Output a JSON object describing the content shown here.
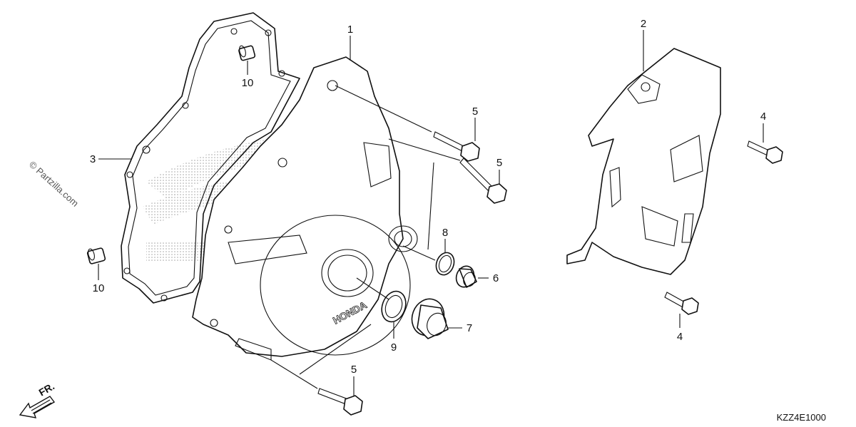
{
  "watermark": "© Partzilla.com",
  "diagram_code": "KZZ4E1000",
  "direction_label": "FR.",
  "cover_logo": "HONDA",
  "callouts": [
    {
      "id": "c1",
      "text": "1"
    },
    {
      "id": "c2",
      "text": "2"
    },
    {
      "id": "c3",
      "text": "3"
    },
    {
      "id": "c4a",
      "text": "4"
    },
    {
      "id": "c4b",
      "text": "4"
    },
    {
      "id": "c5a",
      "text": "5"
    },
    {
      "id": "c5b",
      "text": "5"
    },
    {
      "id": "c5c",
      "text": "5"
    },
    {
      "id": "c6",
      "text": "6"
    },
    {
      "id": "c7",
      "text": "7"
    },
    {
      "id": "c8",
      "text": "8"
    },
    {
      "id": "c9",
      "text": "9"
    },
    {
      "id": "c10a",
      "text": "10"
    },
    {
      "id": "c10b",
      "text": "10"
    }
  ]
}
